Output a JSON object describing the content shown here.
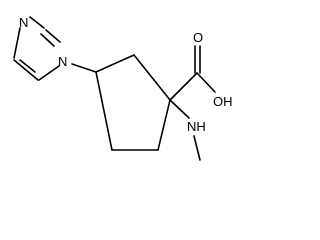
{
  "molecule": {
    "atoms": {
      "imidazole_n3": "N",
      "imidazole_n1": "N",
      "carbonyl_o": "O",
      "hydroxyl": "OH",
      "amine": "NH",
      "methyl": ""
    }
  }
}
